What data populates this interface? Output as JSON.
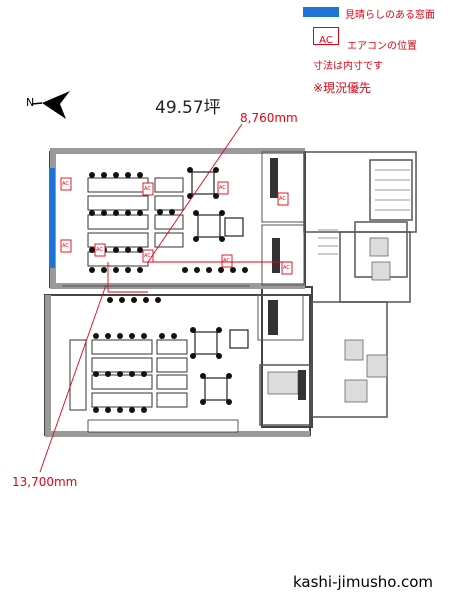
{
  "legend": {
    "view_window": "見晴らしのある窓面",
    "ac_symbol": "AC",
    "ac_position": "エアコンの位置",
    "inner_dims": "寸法は内寸です",
    "note": "※現況優先"
  },
  "area": "49.57坪",
  "dimensions": {
    "width": "8,760mm",
    "length": "13,700mm"
  },
  "ac_units": [
    "AC",
    "AC",
    "AC",
    "AC",
    "AC",
    "AC",
    "AC",
    "AC",
    "AC"
  ],
  "footer": "kashi-jimusho.com",
  "colors": {
    "accent": "#e60012",
    "window": "#1e73d6",
    "wall": "#444444"
  }
}
